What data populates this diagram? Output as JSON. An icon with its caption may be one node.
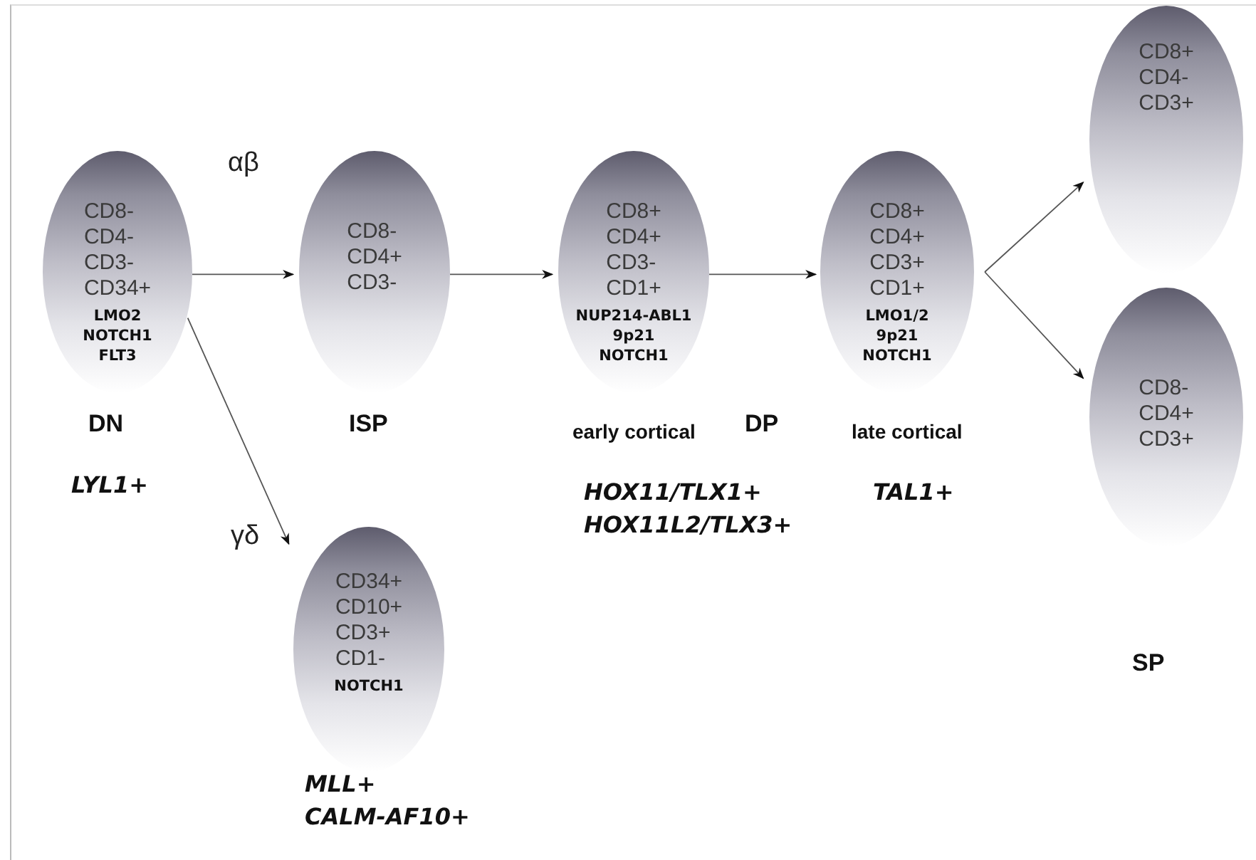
{
  "diagram": {
    "nodes": [
      {
        "text": [
          "CD8- CD4- CD3- CD34+",
          "LMO2 NOTCH1 FLT3"
        ],
        "beside": [
          "DN",
          "LYL1+"
        ]
      },
      {
        "text": [
          "CD8- CD4+ CD3-"
        ],
        "beside": [
          "ISP"
        ]
      },
      {
        "text": [
          "CD8+ CD4+ CD3- CD1+",
          "NUP214-ABL1 9p21 NOTCH1"
        ],
        "beside": [
          "early cortical",
          "HOX11/TLX1+ HOX11L2/TLX3+"
        ]
      },
      {
        "text": [
          "CD8+ CD4+ CD3+ CD1+",
          "LMO1/2 9p21 NOTCH1"
        ],
        "beside": [
          "late cortical",
          "TAL1+"
        ]
      },
      {
        "text": [
          "CD8+ CD4- CD3+"
        ]
      },
      {
        "text": [
          "CD8- CD4+ CD3+"
        ]
      },
      {
        "text": [
          "CD34+ CD10+ CD3+ CD1-",
          "NOTCH1"
        ],
        "beside": [
          "MLL+ CALM-AF10+"
        ]
      }
    ],
    "edges": [
      {
        "from": 0,
        "to": 1,
        "arrow": "to",
        "label": "αβ"
      },
      {
        "from": 1,
        "to": 2,
        "arrow": "to"
      },
      {
        "from": 2,
        "to": 3,
        "arrow": "to"
      },
      {
        "from": 3,
        "to": 4,
        "arrow": "to"
      },
      {
        "from": 3,
        "to": 5,
        "arrow": "to"
      },
      {
        "from": 0,
        "to": 6,
        "arrow": "to",
        "label": "γδ"
      }
    ],
    "labels": [
      "DP",
      "SP"
    ]
  }
}
